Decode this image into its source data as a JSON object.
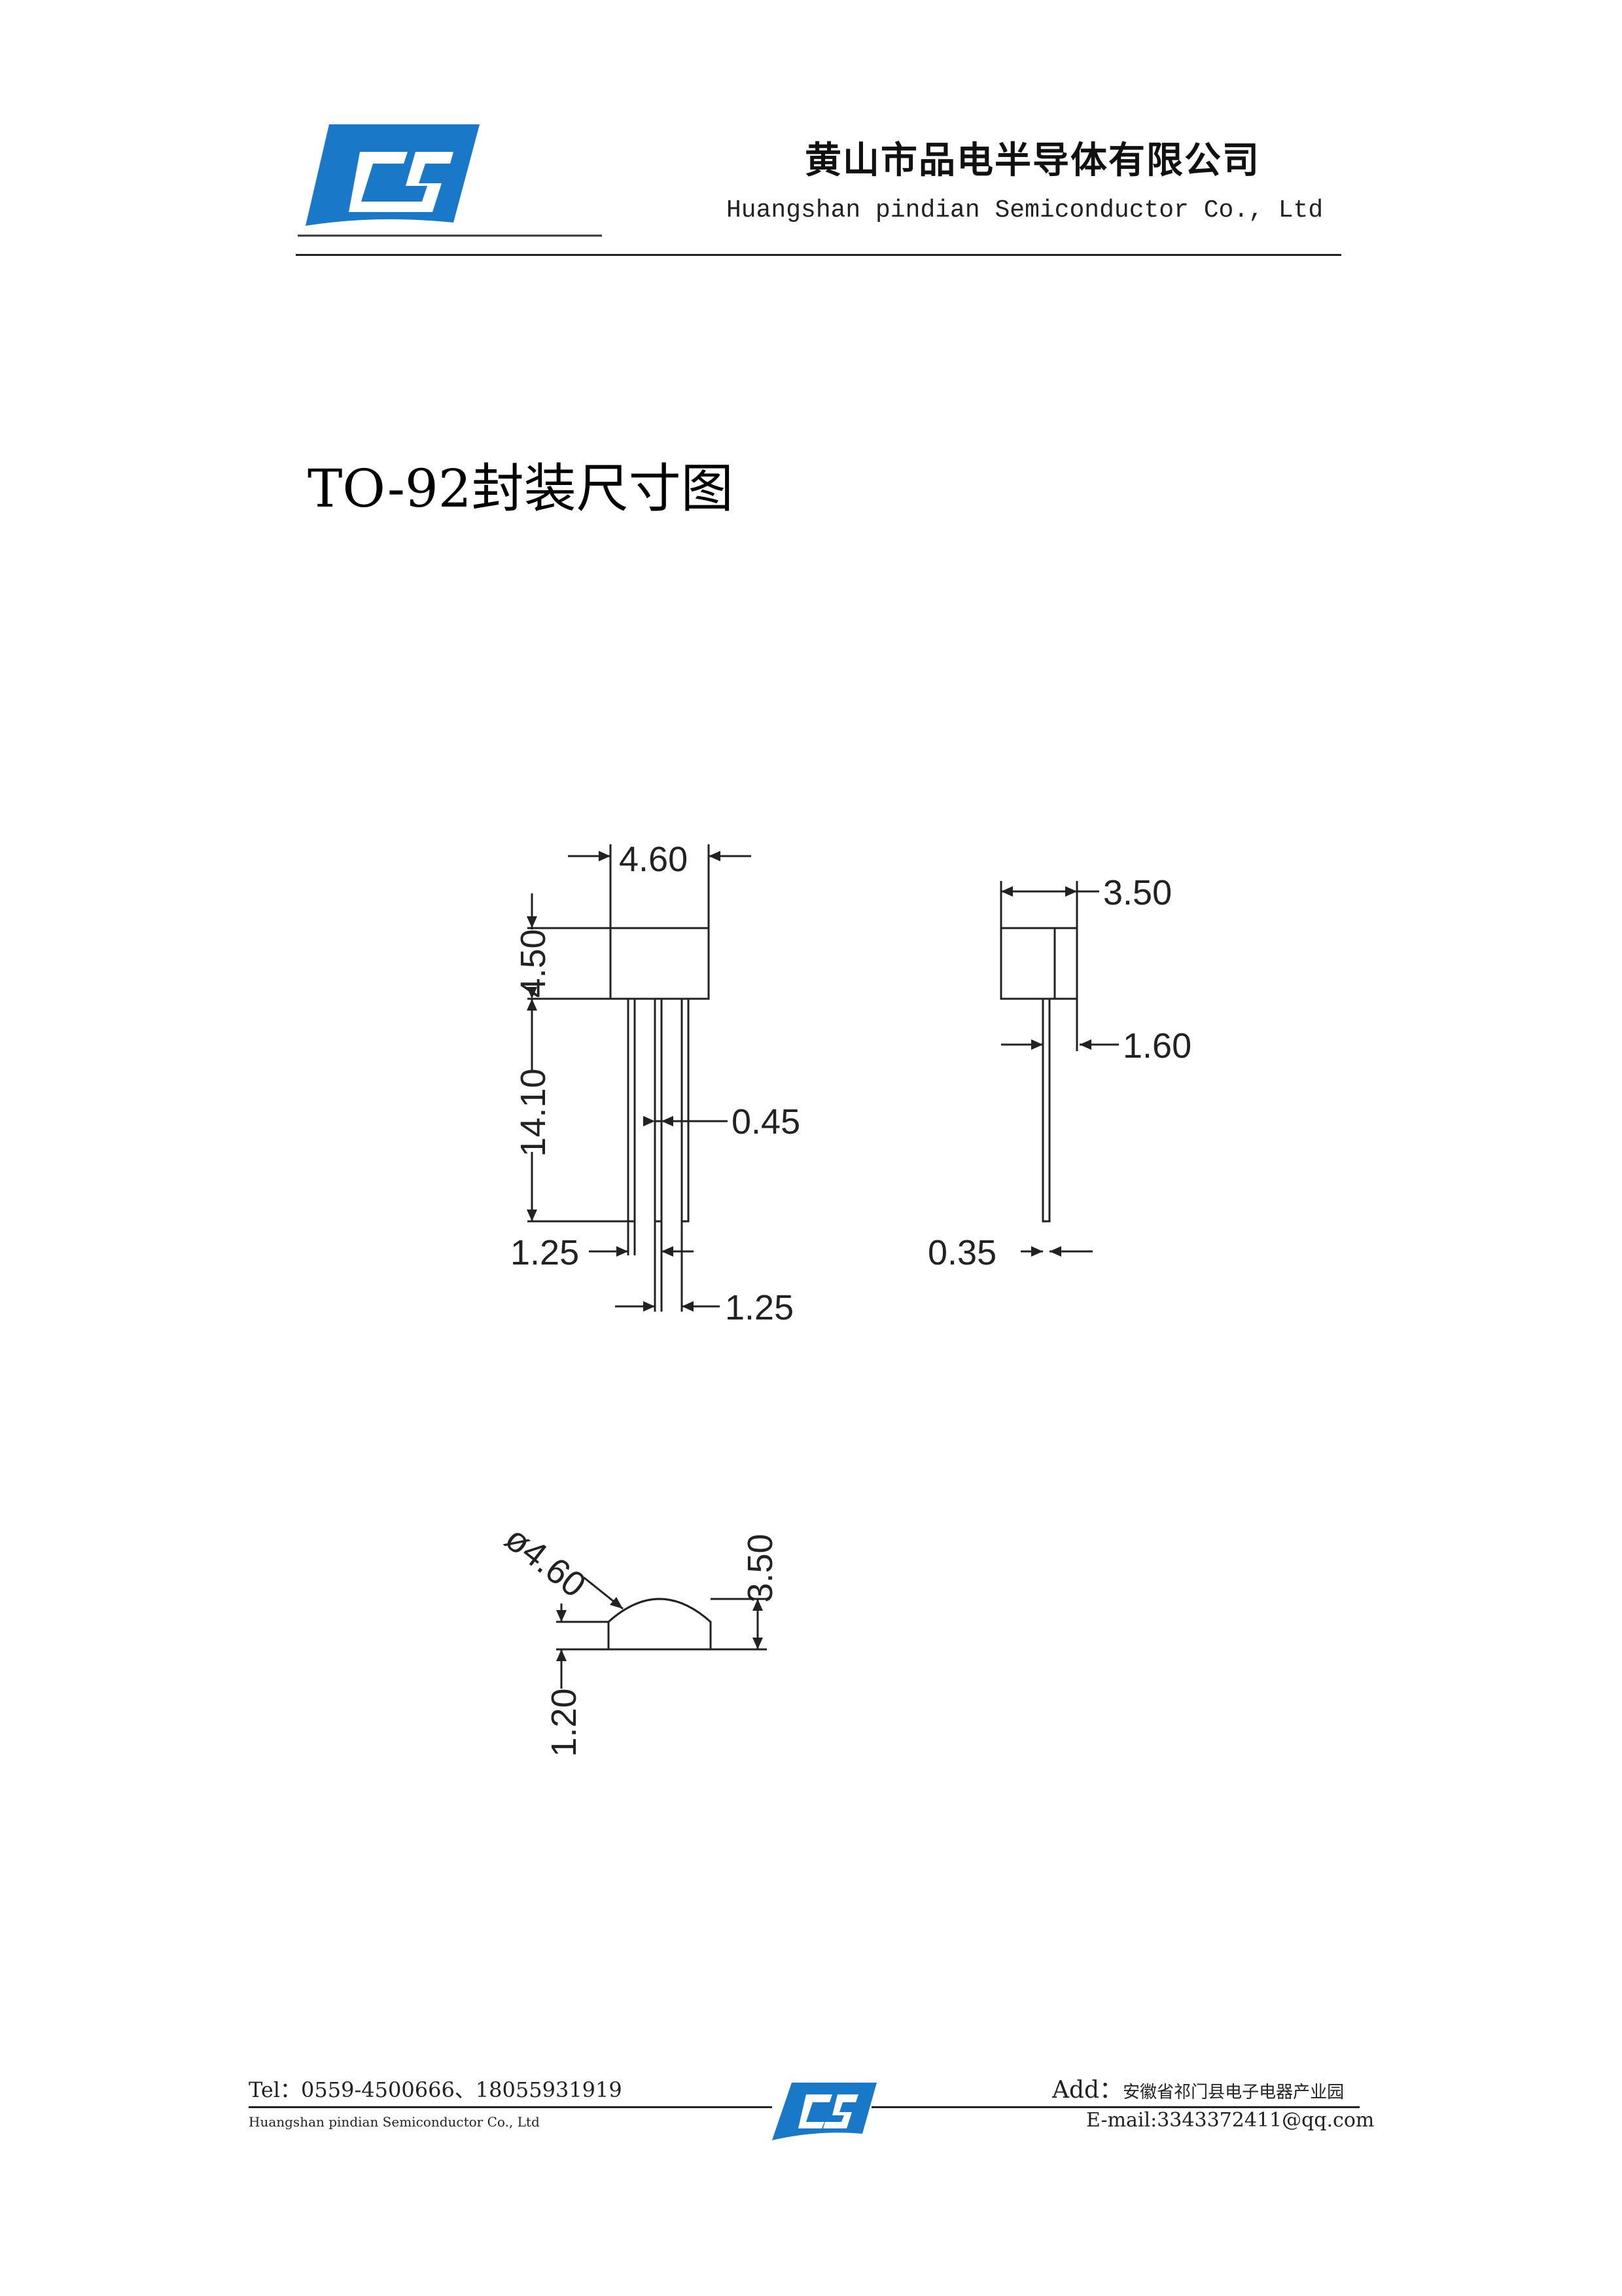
{
  "header": {
    "company_cn": "黄山市品电半导体有限公司",
    "company_en": "Huangshan pindian Semiconductor Co., Ltd"
  },
  "title": "TO-92封装尺寸图",
  "diagram": {
    "front_view": {
      "body_width": "4.60",
      "body_height": "4.50",
      "lead_length": "14.10",
      "lead_width": "0.45",
      "pitch_left": "1.25",
      "pitch_right": "1.25"
    },
    "side_view": {
      "body_depth": "3.50",
      "lead_offset": "1.60",
      "lead_thickness": "0.35"
    },
    "bottom_view": {
      "diameter": "ø4.60",
      "height": "3.50",
      "flat": "1.20"
    }
  },
  "footer": {
    "tel": "Tel：0559-4500666、18055931919",
    "company_en": "Huangshan pindian Semiconductor Co., Ltd",
    "address_label": "Add：",
    "address_value": "安徽省祁门县电子电器产业园",
    "email": "E-mail:3343372411@qq.com"
  },
  "colors": {
    "logo_blue": "#1a78c8"
  }
}
